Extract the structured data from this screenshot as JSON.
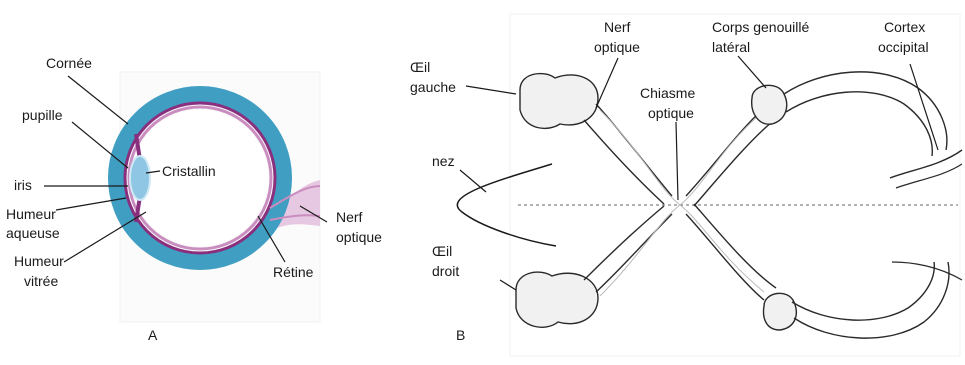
{
  "figure_a": {
    "panel_label": "A",
    "labels": {
      "cornea": "Cornée",
      "pupil": "pupille",
      "lens": "Cristallin",
      "iris": "iris",
      "aqueous_1": "Humeur",
      "aqueous_2": "aqueuse",
      "vitreous_1": "Humeur",
      "vitreous_2": "vitrée",
      "optic_nerve_1": "Nerf",
      "optic_nerve_2": "optique",
      "retina": "Rétine"
    },
    "colors": {
      "sclera": "#3f9ec2",
      "choroid": "#8a2f7e",
      "retina": "#c98dc0",
      "lens": "#8ec6e3",
      "nerve": "#d4a3cc"
    }
  },
  "figure_b": {
    "panel_label": "B",
    "labels": {
      "left_eye_1": "Œil",
      "left_eye_2": "gauche",
      "optic_nerve_1": "Nerf",
      "optic_nerve_2": "optique",
      "chiasm_1": "Chiasme",
      "chiasm_2": "optique",
      "lgn_1": "Corps genouillé",
      "lgn_2": "latéral",
      "cortex_1": "Cortex",
      "cortex_2": "occipital",
      "nose": "nez",
      "right_eye_1": "Œil",
      "right_eye_2": "droit"
    },
    "colors": {
      "outline": "#2a2a2a",
      "fill": "#e8e8e8"
    }
  }
}
